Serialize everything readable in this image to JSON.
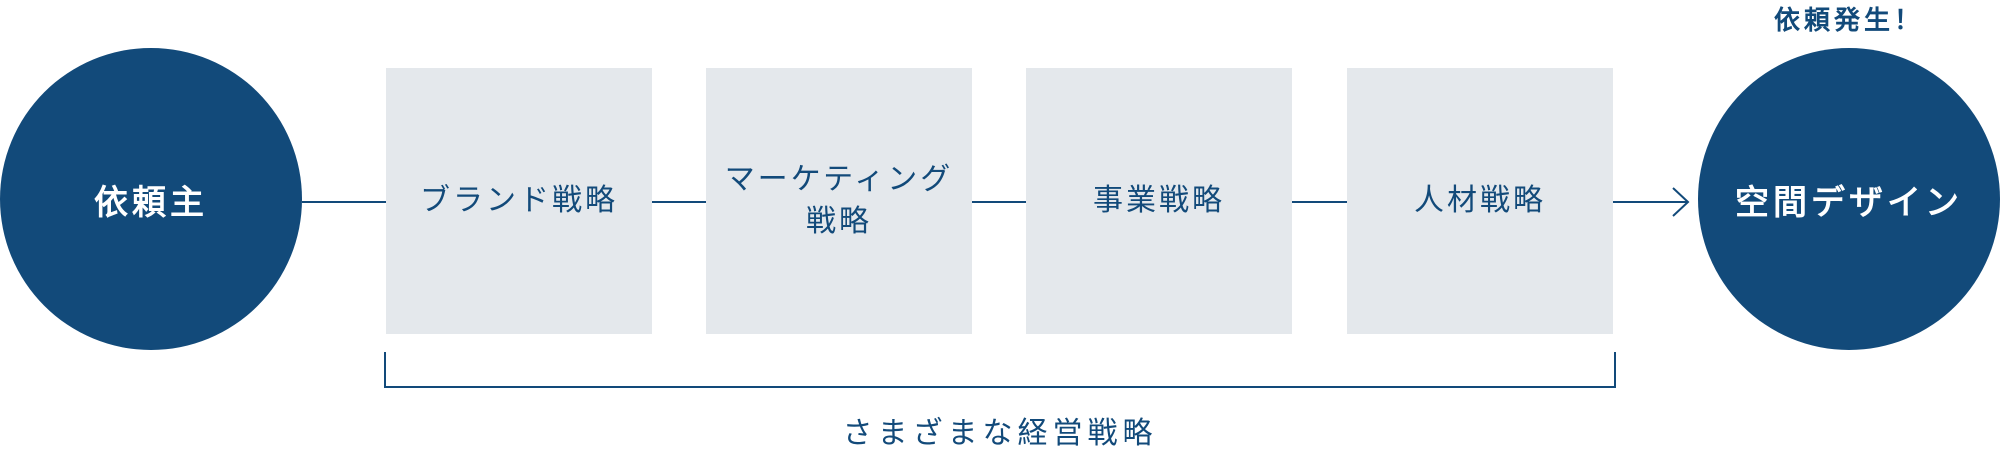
{
  "diagram": {
    "client_label": "依頼主",
    "result_label": "空間デザイン",
    "result_note": "依頼発生！",
    "strategies": [
      {
        "label": "ブランド戦略"
      },
      {
        "label": "マーケティング戦略"
      },
      {
        "label": "事業戦略"
      },
      {
        "label": "人材戦略"
      }
    ],
    "group_label": "さまざまな経営戦略"
  },
  "colors": {
    "primary": "#124a7a",
    "box_fill": "#e4e8ec",
    "background": "#ffffff"
  }
}
